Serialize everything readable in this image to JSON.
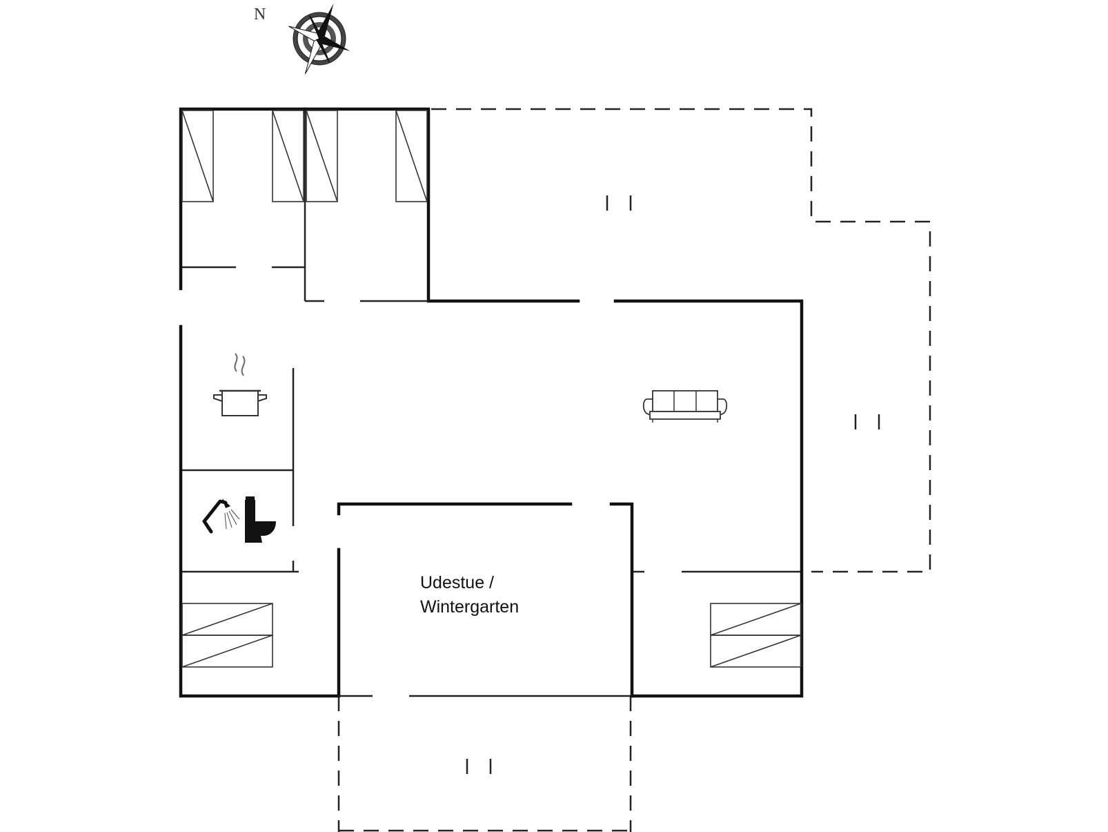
{
  "compass": {
    "north_label": "N",
    "icon": "compass-rose-icon"
  },
  "rooms": [
    {
      "id": "sunroom",
      "label_line1": "Udestue /",
      "label_line2": "Wintergarten"
    }
  ],
  "icons": [
    "bed-icon",
    "cooking-pot-icon",
    "shower-icon",
    "toilet-icon",
    "sofa-icon",
    "terrace-marker-icon"
  ]
}
